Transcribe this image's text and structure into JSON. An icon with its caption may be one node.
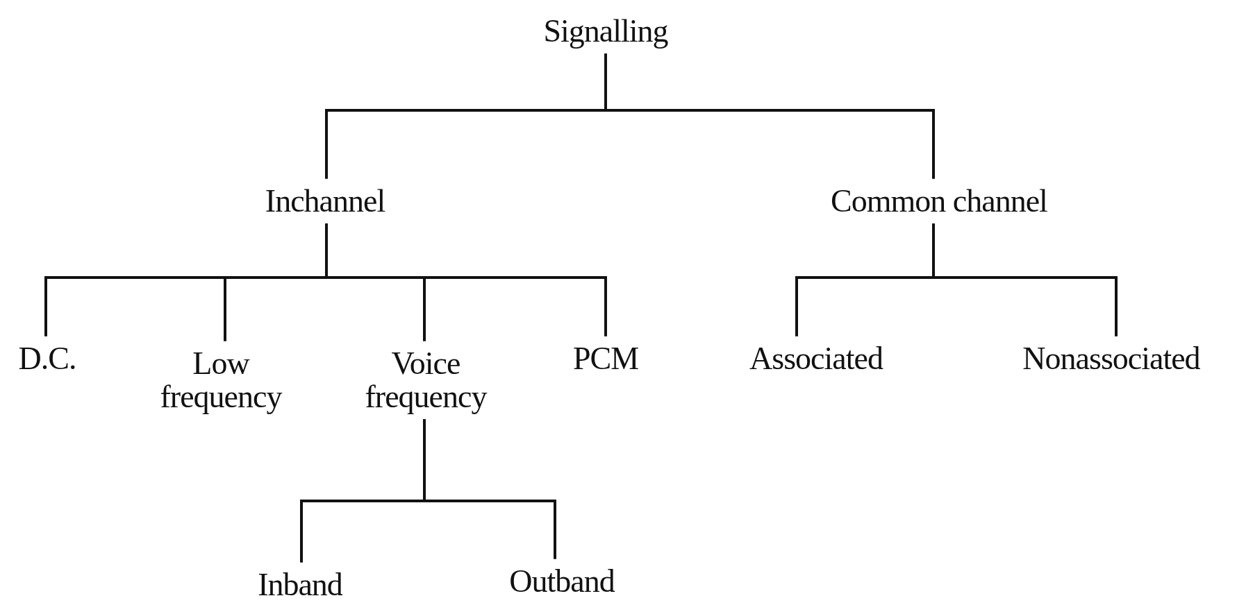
{
  "diagram": {
    "nodes": [
      {
        "text": [
          "Signalling"
        ]
      },
      {
        "text": [
          "Inchannel"
        ]
      },
      {
        "text": [
          "Common channel"
        ]
      },
      {
        "text": [
          "D.C."
        ]
      },
      {
        "text": [
          "Low frequency"
        ]
      },
      {
        "text": [
          "Voice frequency"
        ]
      },
      {
        "text": [
          "PCM"
        ]
      },
      {
        "text": [
          "Associated"
        ]
      },
      {
        "text": [
          "Nonassociated"
        ]
      },
      {
        "text": [
          "Inband"
        ]
      },
      {
        "text": [
          "Outband"
        ]
      }
    ],
    "edges": [
      {
        "from": 0,
        "to": 1,
        "arrow": "none"
      },
      {
        "from": 0,
        "to": 2,
        "arrow": "none"
      },
      {
        "from": 1,
        "to": 3,
        "arrow": "none"
      },
      {
        "from": 1,
        "to": 4,
        "arrow": "none"
      },
      {
        "from": 1,
        "to": 5,
        "arrow": "none"
      },
      {
        "from": 1,
        "to": 6,
        "arrow": "none"
      },
      {
        "from": 2,
        "to": 7,
        "arrow": "none"
      },
      {
        "from": 2,
        "to": 8,
        "arrow": "none"
      },
      {
        "from": 5,
        "to": 9,
        "arrow": "none"
      },
      {
        "from": 5,
        "to": 10,
        "arrow": "none"
      }
    ]
  }
}
